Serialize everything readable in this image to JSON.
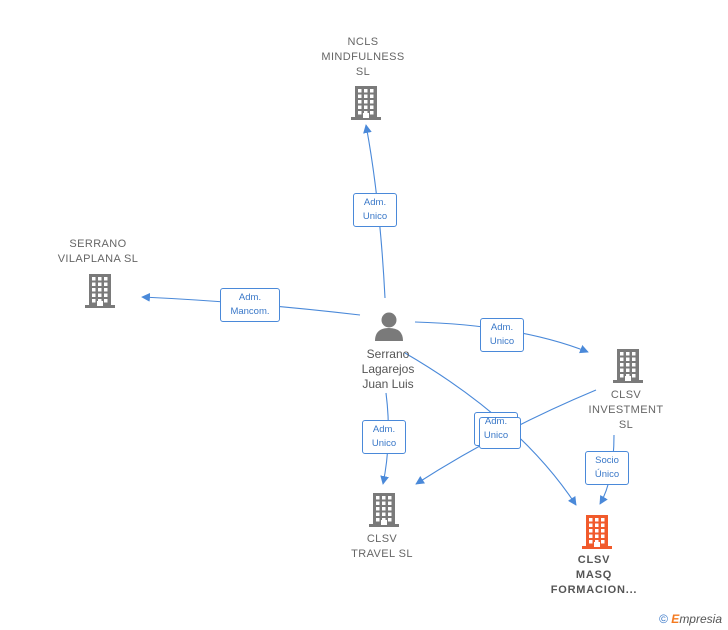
{
  "colors": {
    "edge": "#4a89d9",
    "node_gray": "#7a7a7a",
    "node_highlight": "#f15a2b",
    "person": "#7a7a7a"
  },
  "person": {
    "name_lines": [
      "Serrano",
      "Lagarejos",
      "Juan Luis"
    ],
    "icon": "person-icon"
  },
  "companies": {
    "ncls": {
      "lines": [
        "NCLS",
        "MINDFULNESS",
        "SL"
      ],
      "icon": "building-icon"
    },
    "serrano_vilaplana": {
      "lines": [
        "SERRANO",
        "VILAPLANA SL"
      ],
      "icon": "building-icon"
    },
    "clsv_investment": {
      "lines": [
        "CLSV",
        "INVESTMENT",
        "SL"
      ],
      "icon": "building-icon"
    },
    "clsv_travel": {
      "lines": [
        "CLSV",
        "TRAVEL SL"
      ],
      "icon": "building-icon"
    },
    "clsv_masq": {
      "lines": [
        "CLSV",
        "MASQ",
        "FORMACION..."
      ],
      "icon": "building-icon",
      "highlight": true
    }
  },
  "edge_labels": {
    "to_ncls": [
      "Adm.",
      "Unico"
    ],
    "to_serrano": [
      "Adm.",
      "Mancom."
    ],
    "to_investment": [
      "Adm.",
      "Unico"
    ],
    "to_travel": [
      "Adm.",
      "Unico"
    ],
    "to_masq": [
      "Adm.",
      "Unico"
    ],
    "investment_to_masq": [
      "Socio",
      "Único"
    ]
  },
  "footer": {
    "copyright": "©",
    "brand_initial": "E",
    "brand_rest": "mpresia"
  }
}
